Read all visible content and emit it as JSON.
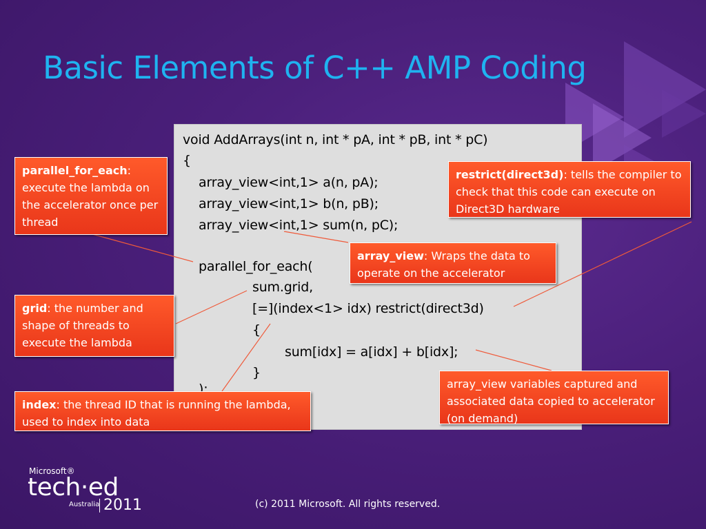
{
  "slide": {
    "title": "Basic Elements of C++ AMP Coding",
    "colors": {
      "background": "#4a1f7a",
      "title": "#1fb3f0",
      "callout": "#ef421f",
      "code_panel": "#dedede"
    }
  },
  "code": {
    "lines": [
      "void AddArrays(int n, int * pA, int * pB, int * pC)",
      "{",
      "array_view<int,1> a(n, pA);",
      "array_view<int,1> b(n, pB);",
      "array_view<int,1> sum(n, pC);",
      "parallel_for_each(",
      "sum.grid,",
      "[=](index<1> idx) restrict(direct3d)",
      "{",
      "sum[idx] = a[idx] + b[idx];",
      "}",
      ");"
    ]
  },
  "callouts": {
    "parallel_for_each": {
      "term": "parallel_for_each",
      "text": ": execute the lambda on the accelerator once per thread"
    },
    "restrict": {
      "term": "restrict(direct3d)",
      "text": ": tells the compiler to check that this code can execute on Direct3D hardware"
    },
    "array_view": {
      "term": "array_view",
      "text": ": Wraps the data to operate on the accelerator"
    },
    "grid": {
      "term": "grid",
      "text": ": the number and shape of threads to execute the lambda"
    },
    "index": {
      "term": "index",
      "text": ": the thread ID that is running the lambda, used to index into data"
    },
    "captured": {
      "text": "array_view variables captured and associated data copied to accelerator (on demand)"
    }
  },
  "branding": {
    "company": "Microsoft®",
    "event": "tech·ed",
    "region": "Australia",
    "year": "2011"
  },
  "footer": {
    "copyright": "(c) 2011 Microsoft. All rights reserved."
  }
}
